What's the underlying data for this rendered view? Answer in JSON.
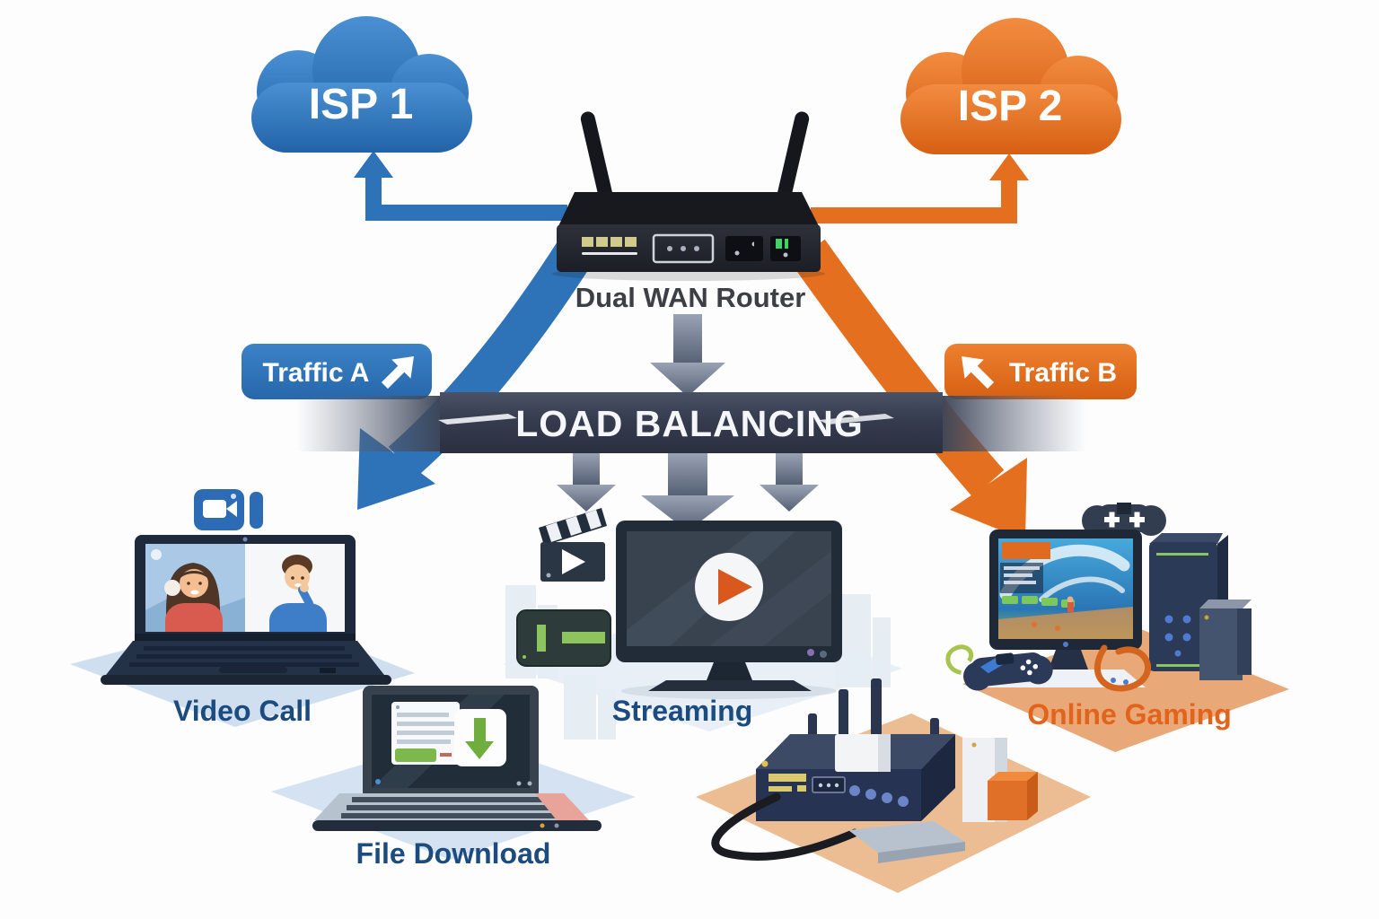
{
  "diagram": {
    "isp1": {
      "label": "ISP 1",
      "color": "#2e73b8"
    },
    "isp2": {
      "label": "ISP 2",
      "color": "#e4701f"
    },
    "router": {
      "label": "Dual WAN Router"
    },
    "load_balancing": {
      "label": "LOAD BALANCING",
      "bar_color": "#363e50"
    },
    "traffic_a": {
      "label": "Traffic A",
      "color": "#2e73b8"
    },
    "traffic_b": {
      "label": "Traffic B",
      "color": "#e4701f"
    },
    "endpoints": {
      "video_call": {
        "label": "Video Call",
        "label_color": "#1b4b7f"
      },
      "file_download": {
        "label": "File Download",
        "label_color": "#1b4b7f"
      },
      "streaming": {
        "label": "Streaming",
        "label_color": "#1b4b7f"
      },
      "online_gaming": {
        "label": "Online Gaming",
        "label_color": "#e2641c"
      }
    }
  }
}
